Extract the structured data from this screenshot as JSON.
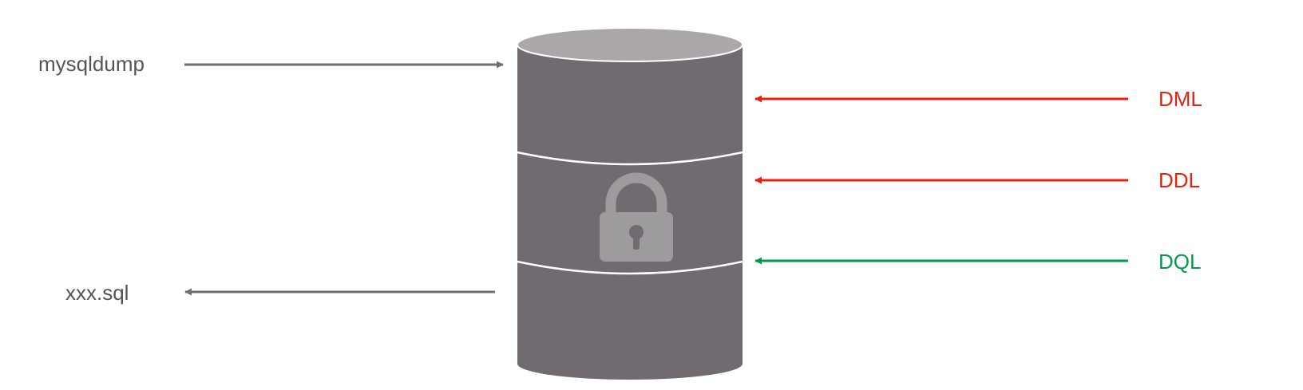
{
  "left": {
    "input_label": "mysqldump",
    "output_label": "xxx.sql"
  },
  "right": {
    "ops": [
      {
        "label": "DML",
        "status": "blocked"
      },
      {
        "label": "DDL",
        "status": "blocked"
      },
      {
        "label": "DQL",
        "status": "allowed"
      }
    ]
  },
  "database": {
    "icon": "lock-icon",
    "locked": true
  },
  "colors": {
    "blocked": "#e8210f",
    "allowed": "#009a4e",
    "neutral_arrow": "#6f6f6f",
    "neutral_text": "#555555",
    "db_body": "#726a71",
    "db_top": "#aaa6a9",
    "db_lock": "#9d9b9d"
  }
}
